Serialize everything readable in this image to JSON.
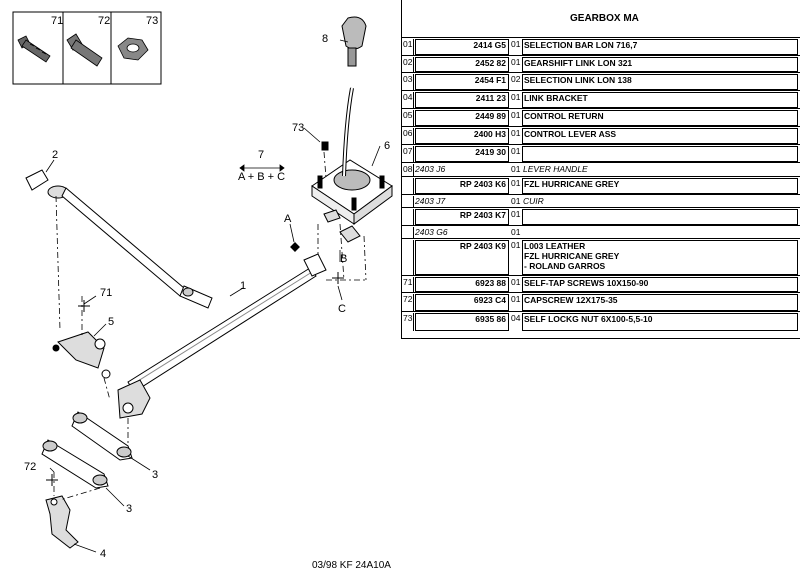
{
  "header": {
    "title": "GEARBOX MA"
  },
  "footer": {
    "ref": "03/98   KF 24A10A"
  },
  "diagram": {
    "legend_labels": [
      "71",
      "72",
      "73"
    ],
    "callouts": {
      "c1": "1",
      "c2": "2",
      "c3a": "3",
      "c3b": "3",
      "c4": "4",
      "c5": "5",
      "c6": "6",
      "c7": "7",
      "c7sub": "A + B + C",
      "c8": "8",
      "c71": "71",
      "c72": "72",
      "c73": "73",
      "cA": "A",
      "cB": "B",
      "cC": "C"
    }
  },
  "parts": [
    {
      "idx": "01",
      "ref": "2414 G5",
      "qty": "01",
      "desc": "SELECTION BAR LON 716,7"
    },
    {
      "idx": "02",
      "ref": "2452 82",
      "qty": "01",
      "desc": "GEARSHIFT LINK LON 321"
    },
    {
      "idx": "03",
      "ref": "2454 F1",
      "qty": "02",
      "desc": "SELECTION LINK LON 138"
    },
    {
      "idx": "04",
      "ref": "2411 23",
      "qty": "01",
      "desc": "LINK BRACKET"
    },
    {
      "idx": "05",
      "ref": "2449 89",
      "qty": "01",
      "desc": "CONTROL RETURN"
    },
    {
      "idx": "06",
      "ref": "2400 H3",
      "qty": "01",
      "desc": "CONTROL LEVER ASS"
    },
    {
      "idx": "07",
      "ref": "2419 30",
      "qty": "01",
      "desc": ""
    },
    {
      "idx": "08",
      "sub": "2403 J6",
      "qty": "01",
      "desc": "LEVER HANDLE",
      "italic": true
    },
    {
      "idx": "",
      "ref": "RP 2403 K6",
      "qty": "01",
      "desc": "FZL HURRICANE GREY"
    },
    {
      "idx": "",
      "sub": "2403 J7",
      "qty": "01",
      "desc": "CUIR",
      "italic": true
    },
    {
      "idx": "",
      "ref": "RP 2403 K7",
      "qty": "01",
      "desc": ""
    },
    {
      "idx": "",
      "sub": "2403 G6",
      "qty": "01",
      "desc": "",
      "italic": true
    },
    {
      "idx": "",
      "ref": "RP 2403 K9",
      "qty": "01",
      "desc": "L003 LEATHER\nFZL HURRICANE GREY\n- ROLAND GARROS"
    },
    {
      "idx": "71",
      "ref": "6923 88",
      "qty": "01",
      "desc": "SELF-TAP SCREWS 10X150-90"
    },
    {
      "idx": "72",
      "ref": "6923 C4",
      "qty": "01",
      "desc": "CAPSCREW 12X175-35"
    },
    {
      "idx": "73",
      "ref": "6935 86",
      "qty": "04",
      "desc": "SELF LOCKG NUT 6X100-5,5-10"
    }
  ]
}
